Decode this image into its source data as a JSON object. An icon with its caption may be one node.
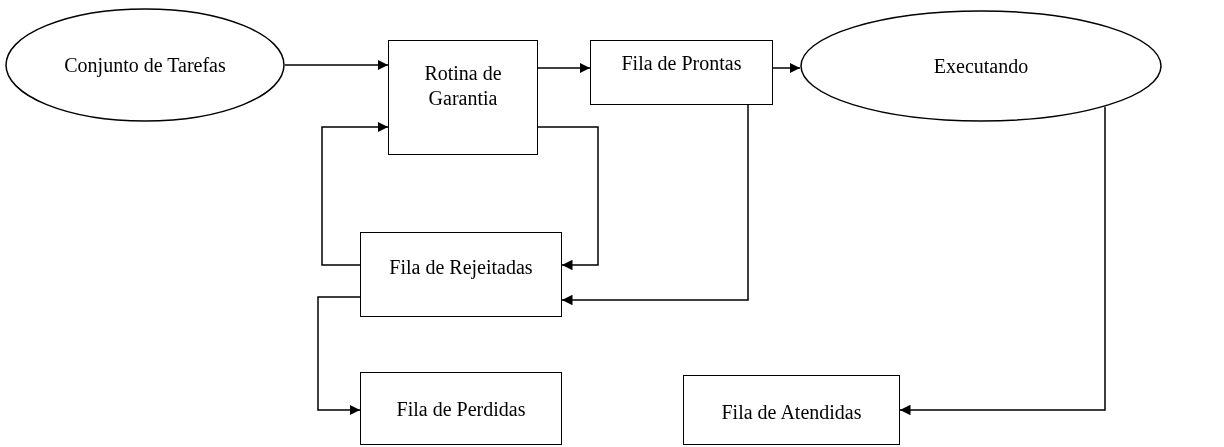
{
  "diagram": {
    "nodes": [
      {
        "text": [
          "Conjunto de Tarefas"
        ]
      },
      {
        "text": [
          "Rotina de Garantia"
        ]
      },
      {
        "text": [
          "Fila de Prontas"
        ]
      },
      {
        "text": [
          "Executando"
        ]
      },
      {
        "text": [
          "Fila de Rejeitadas"
        ]
      },
      {
        "text": [
          "Fila de Perdidas"
        ]
      },
      {
        "text": [
          "Fila de Atendidas"
        ]
      }
    ],
    "edges": [
      {
        "from": 0,
        "to": 1,
        "arrow": "to"
      },
      {
        "from": 1,
        "to": 2,
        "arrow": "to"
      },
      {
        "from": 2,
        "to": 3,
        "arrow": "to"
      },
      {
        "from": 1,
        "to": 4,
        "arrow": "to"
      },
      {
        "from": 4,
        "to": 1,
        "arrow": "to"
      },
      {
        "from": 2,
        "to": 4,
        "arrow": "to"
      },
      {
        "from": 4,
        "to": 5,
        "arrow": "to"
      },
      {
        "from": 3,
        "to": 6,
        "arrow": "to"
      }
    ]
  }
}
